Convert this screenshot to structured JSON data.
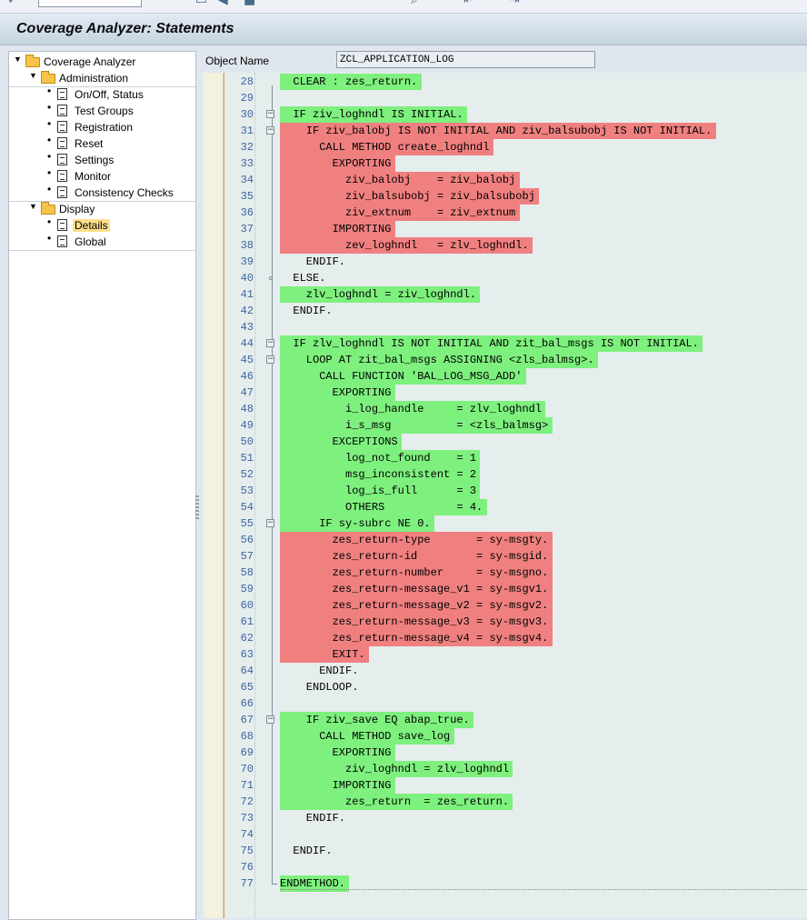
{
  "window": {
    "title": "Coverage Analyzer: Statements"
  },
  "nav": {
    "items": [
      {
        "label": "Coverage Analyzer",
        "level": 0,
        "type": "folder",
        "expanded": true,
        "selected": false
      },
      {
        "label": "Administration",
        "level": 1,
        "type": "folder",
        "expanded": true,
        "selected": false
      },
      {
        "label": "On/Off, Status",
        "level": 2,
        "type": "doc",
        "selected": false
      },
      {
        "label": "Test Groups",
        "level": 2,
        "type": "doc",
        "selected": false
      },
      {
        "label": "Registration",
        "level": 2,
        "type": "doc",
        "selected": false
      },
      {
        "label": "Reset",
        "level": 2,
        "type": "doc",
        "selected": false
      },
      {
        "label": "Settings",
        "level": 2,
        "type": "doc",
        "selected": false
      },
      {
        "label": "Monitor",
        "level": 2,
        "type": "doc",
        "selected": false
      },
      {
        "label": "Consistency Checks",
        "level": 2,
        "type": "doc",
        "selected": false
      },
      {
        "label": "Display",
        "level": 1,
        "type": "folder",
        "expanded": true,
        "selected": false
      },
      {
        "label": "Details",
        "level": 2,
        "type": "doc",
        "selected": true
      },
      {
        "label": "Global",
        "level": 2,
        "type": "doc",
        "selected": false
      }
    ]
  },
  "object": {
    "label": "Object Name",
    "value": "ZCL_APPLICATION_LOG"
  },
  "colors": {
    "covered": "#7ef07e",
    "not_covered": "#f08080"
  },
  "code": {
    "lines": [
      {
        "n": "28",
        "text": "  CLEAR : zes_return.",
        "cov": "g",
        "marker": ""
      },
      {
        "n": "29",
        "text": "",
        "cov": "",
        "marker": ""
      },
      {
        "n": "30",
        "text": "  IF ziv_loghndl IS INITIAL.",
        "cov": "g",
        "marker": "box"
      },
      {
        "n": "31",
        "text": "    IF ziv_balobj IS NOT INITIAL AND ziv_balsubobj IS NOT INITIAL.",
        "cov": "r",
        "marker": "box"
      },
      {
        "n": "32",
        "text": "      CALL METHOD create_loghndl",
        "cov": "r",
        "marker": ""
      },
      {
        "n": "33",
        "text": "        EXPORTING",
        "cov": "r",
        "marker": ""
      },
      {
        "n": "34",
        "text": "          ziv_balobj    = ziv_balobj",
        "cov": "r",
        "marker": ""
      },
      {
        "n": "35",
        "text": "          ziv_balsubobj = ziv_balsubobj",
        "cov": "r",
        "marker": ""
      },
      {
        "n": "36",
        "text": "          ziv_extnum    = ziv_extnum",
        "cov": "r",
        "marker": ""
      },
      {
        "n": "37",
        "text": "        IMPORTING",
        "cov": "r",
        "marker": ""
      },
      {
        "n": "38",
        "text": "          zev_loghndl   = zlv_loghndl.",
        "cov": "r",
        "marker": ""
      },
      {
        "n": "39",
        "text": "    ENDIF.",
        "cov": "",
        "marker": ""
      },
      {
        "n": "40",
        "text": "  ELSE.",
        "cov": "",
        "marker": "dot"
      },
      {
        "n": "41",
        "text": "    zlv_loghndl = ziv_loghndl.",
        "cov": "g",
        "marker": ""
      },
      {
        "n": "42",
        "text": "  ENDIF.",
        "cov": "",
        "marker": ""
      },
      {
        "n": "43",
        "text": "",
        "cov": "",
        "marker": ""
      },
      {
        "n": "44",
        "text": "  IF zlv_loghndl IS NOT INITIAL AND zit_bal_msgs IS NOT INITIAL.",
        "cov": "g",
        "marker": "box"
      },
      {
        "n": "45",
        "text": "    LOOP AT zit_bal_msgs ASSIGNING <zls_balmsg>.",
        "cov": "g",
        "marker": "box"
      },
      {
        "n": "46",
        "text": "      CALL FUNCTION 'BAL_LOG_MSG_ADD'",
        "cov": "g",
        "marker": ""
      },
      {
        "n": "47",
        "text": "        EXPORTING",
        "cov": "g",
        "marker": ""
      },
      {
        "n": "48",
        "text": "          i_log_handle     = zlv_loghndl",
        "cov": "g",
        "marker": ""
      },
      {
        "n": "49",
        "text": "          i_s_msg          = <zls_balmsg>",
        "cov": "g",
        "marker": ""
      },
      {
        "n": "50",
        "text": "        EXCEPTIONS",
        "cov": "g",
        "marker": ""
      },
      {
        "n": "51",
        "text": "          log_not_found    = 1",
        "cov": "g",
        "marker": ""
      },
      {
        "n": "52",
        "text": "          msg_inconsistent = 2",
        "cov": "g",
        "marker": ""
      },
      {
        "n": "53",
        "text": "          log_is_full      = 3",
        "cov": "g",
        "marker": ""
      },
      {
        "n": "54",
        "text": "          OTHERS           = 4.",
        "cov": "g",
        "marker": ""
      },
      {
        "n": "55",
        "text": "      IF sy-subrc NE 0.",
        "cov": "g",
        "marker": "box"
      },
      {
        "n": "56",
        "text": "        zes_return-type       = sy-msgty.",
        "cov": "r",
        "marker": ""
      },
      {
        "n": "57",
        "text": "        zes_return-id         = sy-msgid.",
        "cov": "r",
        "marker": ""
      },
      {
        "n": "58",
        "text": "        zes_return-number     = sy-msgno.",
        "cov": "r",
        "marker": ""
      },
      {
        "n": "59",
        "text": "        zes_return-message_v1 = sy-msgv1.",
        "cov": "r",
        "marker": ""
      },
      {
        "n": "60",
        "text": "        zes_return-message_v2 = sy-msgv2.",
        "cov": "r",
        "marker": ""
      },
      {
        "n": "61",
        "text": "        zes_return-message_v3 = sy-msgv3.",
        "cov": "r",
        "marker": ""
      },
      {
        "n": "62",
        "text": "        zes_return-message_v4 = sy-msgv4.",
        "cov": "r",
        "marker": ""
      },
      {
        "n": "63",
        "text": "        EXIT.",
        "cov": "r",
        "marker": ""
      },
      {
        "n": "64",
        "text": "      ENDIF.",
        "cov": "",
        "marker": ""
      },
      {
        "n": "65",
        "text": "    ENDLOOP.",
        "cov": "",
        "marker": ""
      },
      {
        "n": "66",
        "text": "",
        "cov": "",
        "marker": ""
      },
      {
        "n": "67",
        "text": "    IF ziv_save EQ abap_true.",
        "cov": "g",
        "marker": "box"
      },
      {
        "n": "68",
        "text": "      CALL METHOD save_log",
        "cov": "g",
        "marker": ""
      },
      {
        "n": "69",
        "text": "        EXPORTING",
        "cov": "g",
        "marker": ""
      },
      {
        "n": "70",
        "text": "          ziv_loghndl = zlv_loghndl",
        "cov": "g",
        "marker": ""
      },
      {
        "n": "71",
        "text": "        IMPORTING",
        "cov": "g",
        "marker": ""
      },
      {
        "n": "72",
        "text": "          zes_return  = zes_return.",
        "cov": "g",
        "marker": ""
      },
      {
        "n": "73",
        "text": "    ENDIF.",
        "cov": "",
        "marker": ""
      },
      {
        "n": "74",
        "text": "",
        "cov": "",
        "marker": ""
      },
      {
        "n": "75",
        "text": "  ENDIF.",
        "cov": "",
        "marker": ""
      },
      {
        "n": "76",
        "text": "",
        "cov": "",
        "marker": ""
      },
      {
        "n": "77",
        "text": "ENDMETHOD.",
        "cov": "g",
        "marker": "end"
      }
    ]
  }
}
